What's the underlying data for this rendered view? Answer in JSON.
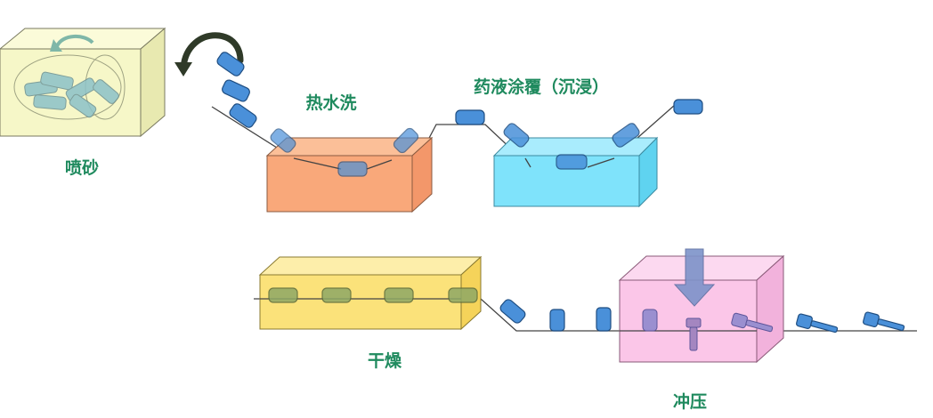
{
  "labels": {
    "sandblast": "喷砂",
    "hot_wash": "热水洗",
    "coating": "药液涂覆（沉浸）",
    "drying": "干燥",
    "stamping": "冲压"
  },
  "colors": {
    "label": "#1f8a5e",
    "part_fill": "#4a90d9",
    "part_stroke": "#1f4e82",
    "sandblast_box": "#f6f7c8",
    "hot_wash_box": "#f9a87a",
    "coating_box": "#7fe3fb",
    "drying_box": "#fbe27a",
    "stamping_box": "#fbc6e8",
    "arrow_dark": "#2f3a28",
    "press_arrow": "#7d93c9"
  }
}
